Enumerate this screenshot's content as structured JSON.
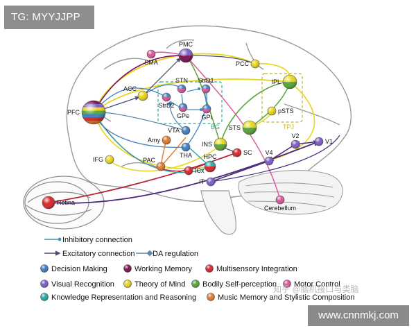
{
  "tag": "TG: MYYJJPP",
  "site": "www.cnnmkj.com",
  "watermark": "知乎 @脑机接口与类脑",
  "colors": {
    "decision": "#3f7fc4",
    "memory": "#7a1452",
    "multisensory": "#d9262c",
    "motor": "#d9569a",
    "visual": "#7d5ec9",
    "theory": "#e8d51a",
    "bodily": "#5aa53a",
    "knowledge": "#2ba7a5",
    "music": "#e37a2a",
    "inhibitory": "#4a8db8",
    "excitatory": "#4b4f6b",
    "da": "#5b89ad"
  },
  "groups": {
    "bg": "BG",
    "tpj": "TPJ"
  },
  "nodes": {
    "pmc": "PMC",
    "sma": "SMA",
    "pcc": "PCC",
    "acc": "ACC",
    "pfc": "PFC",
    "stn": "STN",
    "strd1": "StrD1",
    "strd2": "StrD2",
    "gpe": "GPe",
    "gpi": "GPi",
    "ipl": "IPL",
    "psts": "pSTS",
    "sts": "STS",
    "vta": "VTA",
    "amy": "Amy",
    "ins": "INS",
    "sc": "SC",
    "v4": "V4",
    "v2": "V2",
    "v1": "V1",
    "ifg": "IFG",
    "pac": "PAC",
    "tha": "THA",
    "icx": "ICx",
    "hpc": "HPC",
    "it": "IT",
    "retina": "Retina",
    "cerebellum": "Cerebellum"
  },
  "legend": {
    "inhibitory": "Inhibitory connection",
    "excitatory": "Excitatory connection",
    "da": "DA regulation",
    "items": [
      "Decision Making",
      "Working Memory",
      "Multisensory Integration",
      "Visual Recognition",
      "Theory of Mind",
      "Bodily Self-perception",
      "Motor Control",
      "Knowledge Representation and Reasoning",
      "Music Memory and Stylistic Composition"
    ]
  }
}
